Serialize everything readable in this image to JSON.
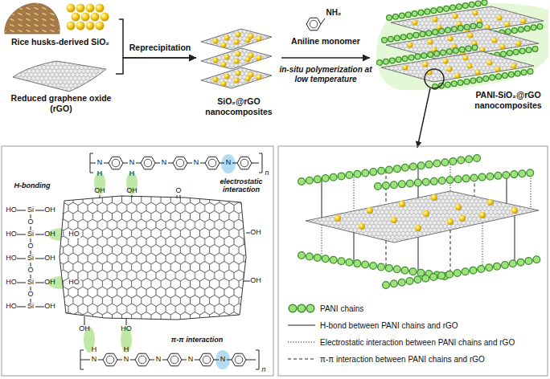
{
  "diagram": {
    "nodes": [
      {
        "text": [
          "Rice husks-derived SiO₂"
        ]
      },
      {
        "text": [
          "Reduced graphene oxide (rGO)"
        ]
      },
      {
        "text": [
          "SiO₂@rGO nanocomposites"
        ]
      },
      {
        "text": [
          "PANI-SiO₂@rGO nanocomposites"
        ]
      }
    ],
    "edges": [
      {
        "from": 0,
        "to": 2,
        "arrow": "to",
        "label": "Reprecipitation"
      },
      {
        "from": 1,
        "to": 2,
        "arrow": "to"
      },
      {
        "from": 2,
        "to": 3,
        "arrow": "to",
        "label": "Aniline monomer"
      }
    ],
    "labels": [
      "NH₂",
      "in-situ polymerization at low temperature",
      "HO",
      "Si",
      "OH",
      "HO",
      "Si",
      "OH",
      "HO",
      "Si",
      "OH",
      "HO",
      "Si",
      "OH",
      "HO",
      "Si",
      "OH",
      "O",
      "O",
      "O",
      "O",
      "H-bonding",
      "N",
      "N",
      "N",
      "N",
      "N",
      "H",
      "H",
      "n",
      "electrostatic interaction",
      "OH",
      "OH",
      "O",
      "HO",
      "HO",
      "OH",
      "OH",
      "OH",
      "HO",
      "π-π interaction",
      "N",
      "N",
      "N",
      "N",
      "N",
      "H",
      "H",
      "n"
    ],
    "legend": [
      {
        "text": "PANI chains"
      },
      {
        "text": "H-bond between PANI chains and rGO"
      },
      {
        "text": "Electrostatic interaction between PANI chains and rGO"
      },
      {
        "text": "π-π interaction between PANI chains and rGO"
      }
    ]
  }
}
